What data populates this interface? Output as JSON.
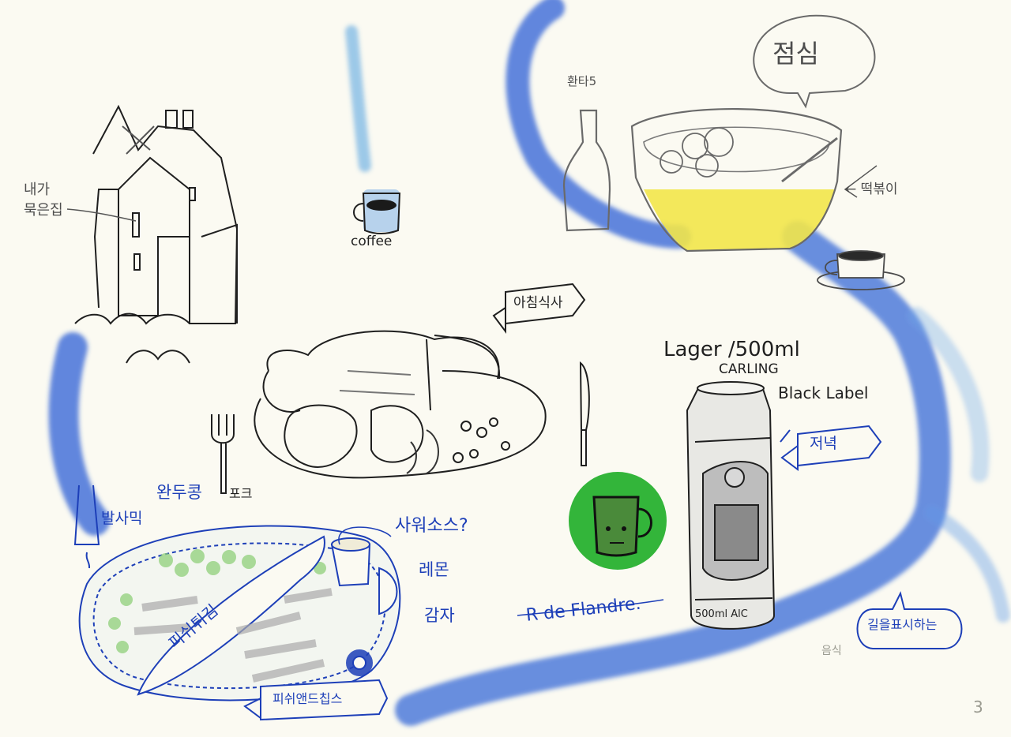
{
  "labels": {
    "house": "내가\n묵은집",
    "coffee": "coffee",
    "lunch_bubble": "점심",
    "bottle": "환타5",
    "soup": "← 떡볶이",
    "breakfast_banner": "아침식사",
    "fork": "포크",
    "beer_main": "Lager /500ml",
    "beer_brand": "CARLING",
    "beer_label": "Black Label",
    "dinner_banner": "저녁",
    "can_bottom": "500ml AlC",
    "peas_top": "완두콩",
    "peas_side": "발사믹",
    "sauce": "사워소스?",
    "lemon": "레몬",
    "potato": "감자",
    "fish": "피쉬튀김",
    "platter_banner": "피쉬앤드칩스",
    "restaurant": "R de Flandre.",
    "road_bubble": "길을표시하는",
    "corner_note": "음식",
    "page_number": "3"
  },
  "colors": {
    "watercolor_blue": "#2b5fd6",
    "pen_blue": "#1d3fb8",
    "soup_yellow": "#f2e64a",
    "sticker_green": "#33b53a",
    "paper": "#fbfaf2"
  },
  "icons": [
    "house-icon",
    "coffee-cup-icon",
    "bottle-icon",
    "soup-bowl-icon",
    "saucer-cup-icon",
    "breakfast-plate-icon",
    "fork-icon",
    "knife-icon",
    "beer-can-icon",
    "mug-sticker-icon",
    "fish-and-chips-icon"
  ]
}
